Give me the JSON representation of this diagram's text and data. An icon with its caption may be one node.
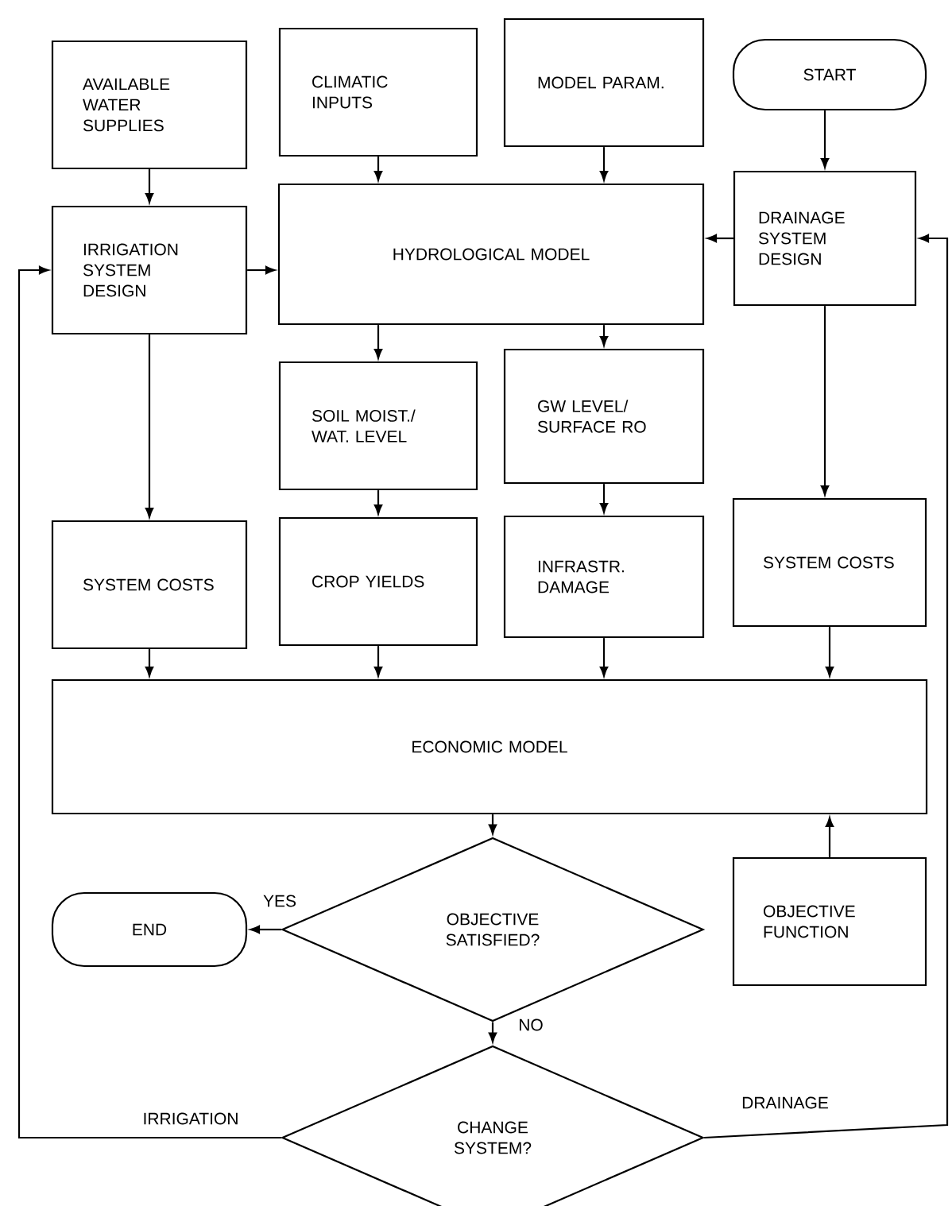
{
  "diagram": {
    "nodes": [
      {
        "text": [
          "AVAILABLE WATER SUPPLIES"
        ]
      },
      {
        "text": [
          "CLIMATIC INPUTS"
        ]
      },
      {
        "text": [
          "MODEL PARAM."
        ]
      },
      {
        "text": [
          "START"
        ]
      },
      {
        "text": [
          "IRRIGATION SYSTEM DESIGN"
        ]
      },
      {
        "text": [
          "HYDROLOGICAL MODEL"
        ]
      },
      {
        "text": [
          "DRAINAGE SYSTEM DESIGN"
        ]
      },
      {
        "text": [
          "SOIL MOIST./ WAT. LEVEL"
        ]
      },
      {
        "text": [
          "GW LEVEL/ SURFACE RO"
        ]
      },
      {
        "text": [
          "SYSTEM COSTS"
        ]
      },
      {
        "text": [
          "CROP YIELDS"
        ]
      },
      {
        "text": [
          "INFRASTR. DAMAGE"
        ]
      },
      {
        "text": [
          "SYSTEM COSTS"
        ]
      },
      {
        "text": [
          "ECONOMIC MODEL"
        ]
      },
      {
        "text": [
          "OBJECTIVE FUNCTION"
        ]
      },
      {
        "text": [
          "OBJECTIVE SATISFIED?"
        ]
      },
      {
        "text": [
          "END"
        ]
      },
      {
        "text": [
          "CHANGE SYSTEM?"
        ]
      }
    ],
    "edges": [
      {
        "from": 0,
        "to": 4,
        "arrow": "to"
      },
      {
        "from": 1,
        "to": 5,
        "arrow": "to"
      },
      {
        "from": 2,
        "to": 5,
        "arrow": "to"
      },
      {
        "from": 3,
        "to": 6,
        "arrow": "to"
      },
      {
        "from": 4,
        "to": 5,
        "arrow": "to"
      },
      {
        "from": 6,
        "to": 5,
        "arrow": "to"
      },
      {
        "from": 4,
        "to": 9,
        "arrow": "to"
      },
      {
        "from": 5,
        "to": 7,
        "arrow": "to"
      },
      {
        "from": 5,
        "to": 8,
        "arrow": "to"
      },
      {
        "from": 6,
        "to": 12,
        "arrow": "to"
      },
      {
        "from": 7,
        "to": 10,
        "arrow": "to"
      },
      {
        "from": 8,
        "to": 11,
        "arrow": "to"
      },
      {
        "from": 9,
        "to": 13,
        "arrow": "to"
      },
      {
        "from": 10,
        "to": 13,
        "arrow": "to"
      },
      {
        "from": 11,
        "to": 13,
        "arrow": "to"
      },
      {
        "from": 12,
        "to": 13,
        "arrow": "to"
      },
      {
        "from": 14,
        "to": 13,
        "arrow": "to"
      },
      {
        "from": 13,
        "to": 15,
        "arrow": "to"
      },
      {
        "from": 15,
        "to": 16,
        "arrow": "to",
        "label": "YES"
      },
      {
        "from": 15,
        "to": 17,
        "arrow": "to",
        "label": "NO"
      },
      {
        "from": 17,
        "to": 4,
        "arrow": "to",
        "label": "IRRIGATION"
      },
      {
        "from": 17,
        "to": 6,
        "arrow": "to",
        "label": "DRAINAGE"
      }
    ]
  }
}
